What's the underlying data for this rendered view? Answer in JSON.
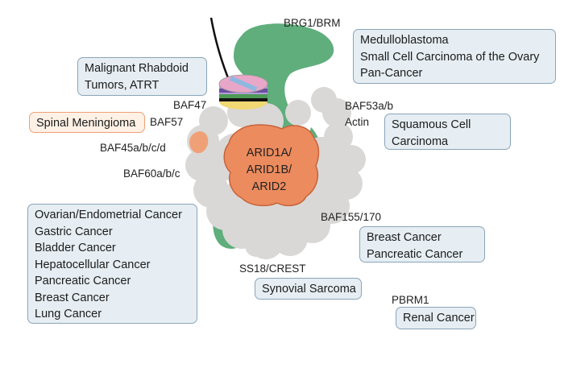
{
  "subunits": {
    "brg1_brm": "BRG1/BRM",
    "baf47": "BAF47",
    "baf57": "BAF57",
    "baf45": "BAF45a/b/c/d",
    "baf60": "BAF60a/b/c",
    "baf53": "BAF53a/b",
    "actin": "Actin",
    "baf155": "BAF155/170",
    "ss18": "SS18/CREST",
    "pbrm1": "PBRM1",
    "arid": [
      "ARID1A/",
      "ARID1B/",
      "ARID2"
    ]
  },
  "cancers": {
    "brg1_brm": [
      "Medulloblastoma",
      "Small Cell Carcinoma of the Ovary",
      "Pan-Cancer"
    ],
    "baf47": [
      "Malignant Rhabdoid",
      "Tumors, ATRT"
    ],
    "baf57": [
      "Spinal Meningioma"
    ],
    "baf53": [
      "Squamous Cell",
      "Carcinoma"
    ],
    "arid": [
      "Ovarian/Endometrial Cancer",
      "Gastric Cancer",
      "Bladder Cancer",
      "Hepatocellular Cancer",
      "Pancreatic Cancer",
      "Breast Cancer",
      "Lung Cancer"
    ],
    "baf155": [
      "Breast Cancer",
      "Pancreatic Cancer"
    ],
    "ss18": [
      "Synovial Sarcoma"
    ],
    "pbrm1": [
      "Renal Cancer"
    ]
  },
  "colors": {
    "green": "#5fae7c",
    "grey": "#d9d8d6",
    "orange": "#ec8b5e",
    "box_fill": "#e6eef3",
    "box_border": "#8aa4b8"
  }
}
